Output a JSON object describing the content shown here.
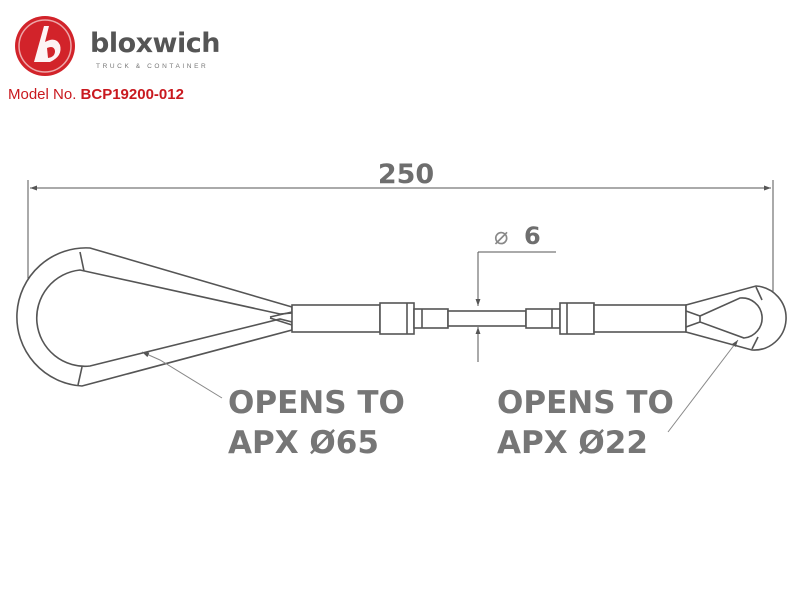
{
  "brand": {
    "name": "bloxwich",
    "tagline": "TRUCK & CONTAINER",
    "logo_color": "#d2232a"
  },
  "model": {
    "label": "Model No.",
    "value": "BCP19200-012"
  },
  "drawing": {
    "overall_length": "250",
    "diameter_symbol": "⌀",
    "wire_diameter": "6",
    "left_eye_note": [
      "OPENS TO",
      "APX Ø65"
    ],
    "right_eye_note": [
      "OPENS TO",
      "APX Ø22"
    ],
    "line_color": "#555555",
    "text_color": "#707070"
  }
}
